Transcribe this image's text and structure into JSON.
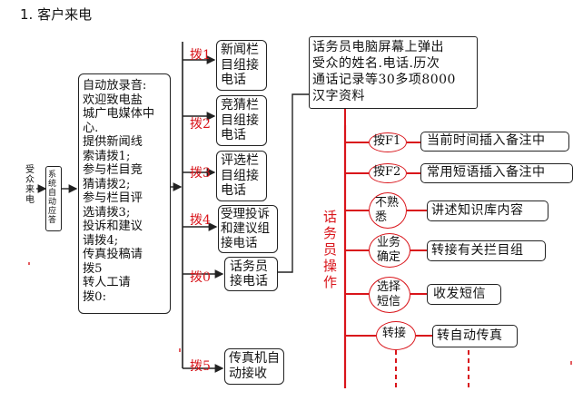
{
  "heading": "1. 客户来电",
  "caller": "受众来电",
  "system": "系统自动应答",
  "ivr_text": "自动放录音:\n    欢迎致电盐\n城广电媒体中\n心.\n   提供新闻线\n索请拨1;\n   参与栏目竞\n猜请拨2;\n   参与栏目评\n选请拨3;\n   投诉和建议\n请拨4;\n   传真投稿请\n拨5\n      转人工请\n拨0:",
  "branches": [
    {
      "key": "拨1",
      "target": "新闻栏\n目组接\n电话"
    },
    {
      "key": "拨2",
      "target": "竞猜栏\n目组接\n电话"
    },
    {
      "key": "拨3",
      "target": "评选栏\n目组接\n电话"
    },
    {
      "key": "拨4",
      "target": "受理投诉\n和建议组\n接电话"
    },
    {
      "key": "拨0",
      "target": "话务员\n接电话"
    },
    {
      "key": "拨5",
      "target": "传真机自\n动接收"
    }
  ],
  "screen_popup": "话务员电脑屏幕上弹出\n受众的姓名.电话.历次\n通话记录等30多项8000\n汉字资料",
  "operator_label": "话\n务\n员\n操\n作",
  "operations": [
    {
      "action": "按F1",
      "result": "当前时间插入备注中"
    },
    {
      "action": "按F2",
      "result": "常用短语插入备注中"
    },
    {
      "action": "不熟\n悉",
      "result": "讲述知识库内容"
    },
    {
      "action": "业务\n确定",
      "result": "转接有关拦目组"
    },
    {
      "action": "选择\n短信",
      "result": "收发短信"
    },
    {
      "action": "转接",
      "result": "转自动传真"
    }
  ],
  "colors": {
    "accent_red": "#d9151b",
    "line_dark": "#222222"
  }
}
